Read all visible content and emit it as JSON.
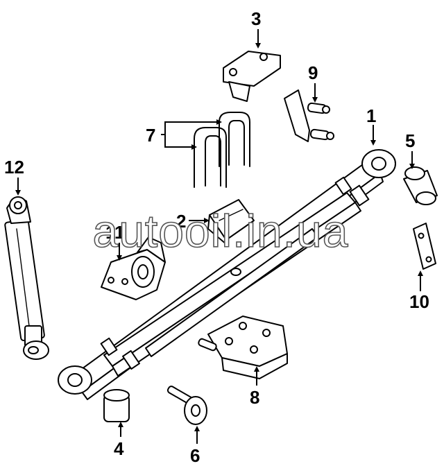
{
  "callouts": [
    {
      "id": "c1",
      "text": "1"
    },
    {
      "id": "c2",
      "text": "2"
    },
    {
      "id": "c3",
      "text": "3"
    },
    {
      "id": "c4",
      "text": "4"
    },
    {
      "id": "c5",
      "text": "5"
    },
    {
      "id": "c6",
      "text": "6"
    },
    {
      "id": "c7",
      "text": "7"
    },
    {
      "id": "c8",
      "text": "8"
    },
    {
      "id": "c9",
      "text": "9"
    },
    {
      "id": "c10",
      "text": "10"
    },
    {
      "id": "c11",
      "text": "11"
    },
    {
      "id": "c12",
      "text": "12"
    }
  ],
  "watermark": "autooil.in.ua",
  "colors": {
    "line": "#000000",
    "background": "#ffffff",
    "watermark_outline": "#555555"
  }
}
